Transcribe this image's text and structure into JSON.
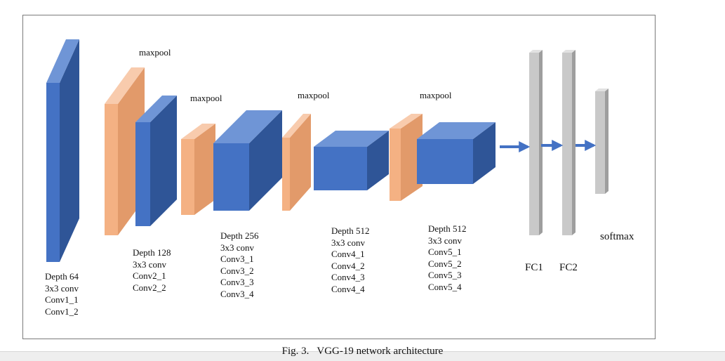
{
  "colors": {
    "conv_front": "#4472c4",
    "conv_top": "#6f95d6",
    "conv_side": "#2f5597",
    "pool_front": "#f4b183",
    "pool_top": "#f8cbad",
    "pool_side": "#e29a6a",
    "fc_front": "#c9c9c9",
    "fc_top": "#e2e2e2",
    "fc_side": "#9e9e9e",
    "arrow": "#4472c4",
    "border": "#7a7a7a"
  },
  "labels": {
    "maxpool": [
      "maxpool",
      "maxpool",
      "maxpool",
      "maxpool"
    ],
    "fc1": "FC1",
    "fc2": "FC2",
    "softmax": "softmax"
  },
  "blocks": [
    {
      "depth": "Depth 64",
      "conv": "3x3 conv",
      "layers": [
        "Conv1_1",
        "Conv1_2"
      ]
    },
    {
      "depth": "Depth 128",
      "conv": "3x3 conv",
      "layers": [
        "Conv2_1",
        "Conv2_2"
      ]
    },
    {
      "depth": "Depth 256",
      "conv": "3x3 conv",
      "layers": [
        "Conv3_1",
        "Conv3_2",
        "Conv3_3",
        "Conv3_4"
      ]
    },
    {
      "depth": "Depth 512",
      "conv": "3x3 conv",
      "layers": [
        "Conv4_1",
        "Conv4_2",
        "Conv4_3",
        "Conv4_4"
      ]
    },
    {
      "depth": "Depth 512",
      "conv": "3x3 conv",
      "layers": [
        "Conv5_1",
        "Conv5_2",
        "Conv5_3",
        "Conv5_4"
      ]
    }
  ],
  "caption": "Fig. 3.   VGG-19 network architecture"
}
